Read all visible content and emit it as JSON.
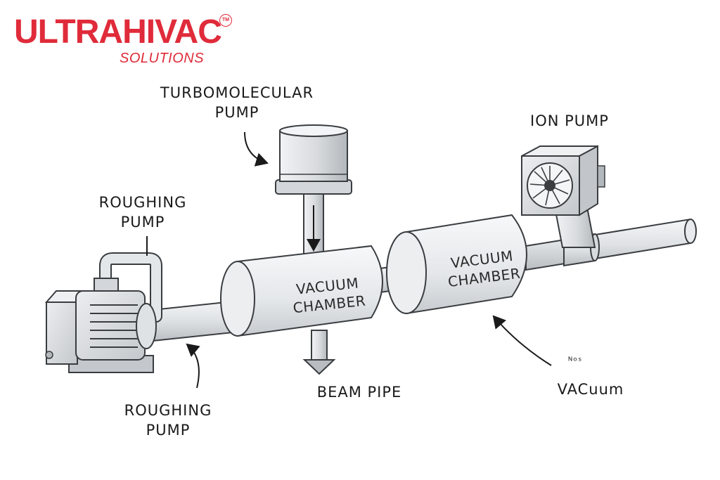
{
  "brand": {
    "name": "ULTRAHIVAC",
    "subtitle": "SOLUTIONS",
    "trademark": "TM",
    "color": "#e02b3a"
  },
  "labels": {
    "turbo_line1": "TURBOMOLECULAR",
    "turbo_line2": "PUMP",
    "ion_pump": "ION PUMP",
    "roughing_top_line1": "ROUGHING",
    "roughing_top_line2": "PUMP",
    "roughing_bottom_line1": "ROUGHING",
    "roughing_bottom_line2": "PUMP",
    "chamber1_line1": "VACUUM",
    "chamber1_line2": "CHAMBER",
    "chamber2_line1": "VACUUM",
    "chamber2_line2": "CHAMBER",
    "beam_pipe": "BEAM PIPE",
    "vacuum_small": "ᴺᵒˢ",
    "vacuum": "VACuum"
  },
  "colors": {
    "metal_light": "#eef0f2",
    "metal_mid": "#d3d7db",
    "metal_dark": "#a9aeb3",
    "outline": "#3a3d40"
  }
}
